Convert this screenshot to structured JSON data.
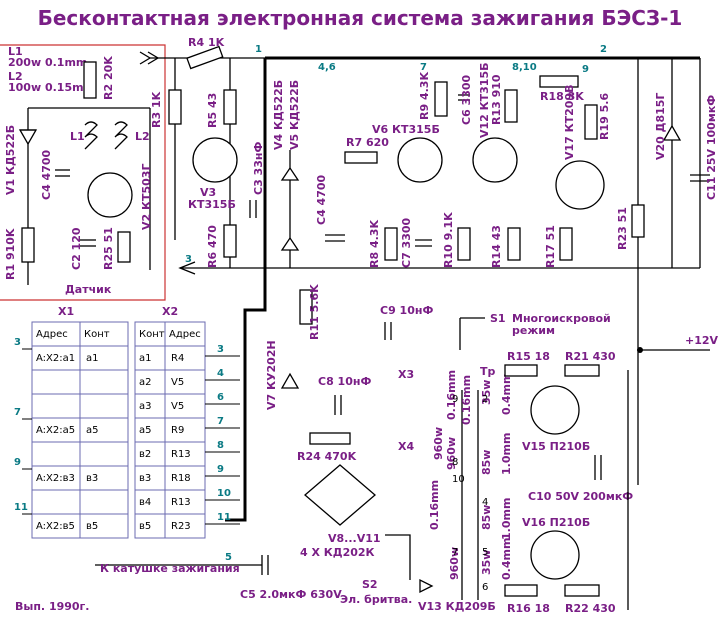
{
  "title": "Бесконтактная электронная система зажигания БЭСЗ-1",
  "footer": "Вып. 1990г.",
  "inductor_spec": {
    "l1": "L1",
    "l1_spec": "200w 0.1mm",
    "l2": "L2",
    "l2_spec": "100w 0.15mm"
  },
  "sensor_label": "Датчик",
  "power_label": "+12V",
  "output_label": "К катушке зажигания",
  "switch_s1": "S1",
  "switch_s1_desc": [
    "Многоискровой",
    "режим"
  ],
  "switch_s2": "S2",
  "switch_s2_desc": "Эл. бритва.",
  "transformer_label": "Тр",
  "nodes": [
    "1",
    "2",
    "3",
    "4,6",
    "7",
    "8,10",
    "9",
    "11",
    "5"
  ],
  "components": {
    "r4": "R4 1K",
    "r2": "R2 20K",
    "r3": "R3 1K",
    "r5": "R5 43",
    "r6": "R6 470",
    "c3": "C3 33нФ",
    "v3": [
      "V3",
      "КТ315Б"
    ],
    "v4": "V4 КД522Б",
    "v5": "V5 КД522Б",
    "c4_right": "C4 4700",
    "r7": "R7 620",
    "r8": "R8 4.3K",
    "c7": "C7 3300",
    "v6": "V6 КТ315Б",
    "r9": "R9 4.3K",
    "c6": "C6 3300",
    "v12": "V12 КТ315Б",
    "r13": "R13 910",
    "r10": "R10 9.1K",
    "r14": "R14 43",
    "r18": "R18 3K",
    "r19": "R19 5.6",
    "v17": "V17 КТ209В",
    "r17": "R17 51",
    "r23": "R23 51",
    "v20": "V20 Д815Г",
    "c11": "C11 25V 100мкФ",
    "v1": "V1 КД522Б",
    "c4_left": "C4 4700",
    "r1": "R1 910K",
    "l1": "L1",
    "l2": "L2",
    "c2": "C2 120",
    "r25": "R25 51",
    "v2": "V2 КТ503Г",
    "r11": "R11 5.6K",
    "c9": "C9 10нФ",
    "v7": "V7 КУ202Н",
    "c8": "C8 10нФ",
    "r24": "R24 470K",
    "x3": "X3",
    "x4": "X4",
    "v8": "V8...V11",
    "v8_desc": "4 X КД202К",
    "c5": "C5 2.0мкФ 630V",
    "v13": "V13 КД209Б",
    "r15": "R15 18",
    "r21": "R21 430",
    "v15": "V15 П210Б",
    "c10": "C10 50V 200мкФ",
    "v16": "V16 П210Б",
    "r16": "R16 18",
    "r22": "R22 430"
  },
  "windings": [
    "960w",
    "0.16mm",
    "0.16mm",
    "960w",
    "960w",
    "0.16mm",
    "35w",
    "0.4mm",
    "85w",
    "1.0mm",
    "85w",
    "1.0mm",
    "35w",
    "0.4mm"
  ],
  "pins": [
    "9",
    "10",
    "8",
    "7",
    "2",
    "4",
    "5",
    "6"
  ],
  "table_x1": {
    "title": "X1",
    "headers": [
      "Адрес",
      "Конт"
    ],
    "rows": [
      [
        "A:X2:a1",
        "a1"
      ],
      [
        "",
        ""
      ],
      [
        "",
        ""
      ],
      [
        "A:X2:a5",
        "a5"
      ],
      [
        "",
        ""
      ],
      [
        "A:X2:в3",
        "в3"
      ],
      [
        "",
        ""
      ],
      [
        "A:X2:в5",
        "в5"
      ]
    ]
  },
  "table_x2": {
    "title": "X2",
    "headers": [
      "Конт",
      "Адрес"
    ],
    "rows": [
      [
        "a1",
        "R4"
      ],
      [
        "a2",
        "V5"
      ],
      [
        "a3",
        "V5"
      ],
      [
        "a5",
        "R9"
      ],
      [
        "в2",
        "R13"
      ],
      [
        "в3",
        "R18"
      ],
      [
        "в4",
        "R13"
      ],
      [
        "в5",
        "R23"
      ]
    ]
  },
  "table_left_nodes": [
    "3",
    "7",
    "9",
    "11"
  ],
  "table_right_nodes": [
    "3",
    "4",
    "6",
    "7",
    "8",
    "9",
    "10",
    "11"
  ]
}
